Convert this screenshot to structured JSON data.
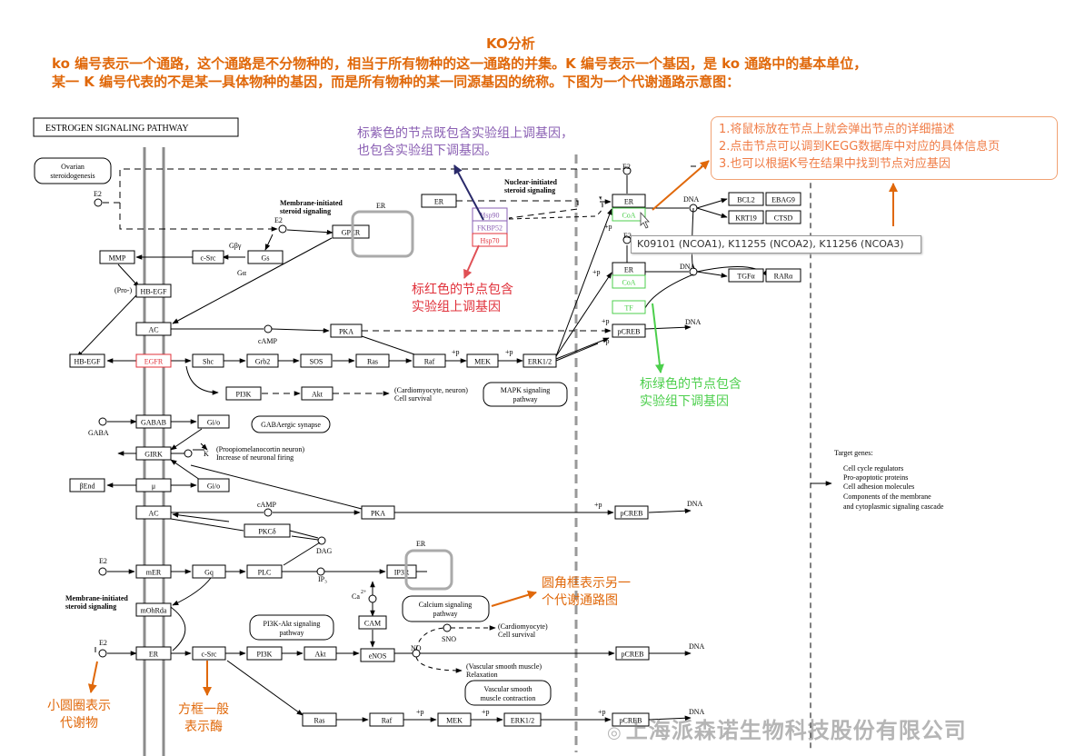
{
  "header": {
    "title": "KO分析",
    "line1": "ko 编号表示一个通路，这个通路是不分物种的，相当于所有物种的这一通路的并集。K 编号表示一个基因，是 ko 通路中的基本单位，",
    "line2": "某一 K 编号代表的不是某一具体物种的基因，而是所有物种的某一同源基因的统称。下图为一个代谢通路示意图："
  },
  "annotations": {
    "purple_1": "标紫色的节点既包含实验组上调基因，",
    "purple_2": "也包含实验组下调基因。",
    "red_1": "标红色的节点包含",
    "red_2": "实验组上调基因",
    "green_1": "标绿色的节点包含",
    "green_2": "实验组下调基因",
    "rounded_1": "圆角框表示另一",
    "rounded_2": "个代谢通路图",
    "circle_1": "小圆圈表示",
    "circle_2": "代谢物",
    "rect_1": "方框一般",
    "rect_2": "表示酶",
    "tip_1": "1.将鼠标放在节点上就会弹出节点的详细描述",
    "tip_2": "2.点击节点可以调到KEGG数据库中对应的具体信息页",
    "tip_3": "3.也可以根据K号在结果中找到节点对应基因"
  },
  "tooltip": "K09101 (NCOA1), K11255 (NCOA2), K11256 (NCOA3)",
  "watermark": "上海派森诺生物科技股份有限公司",
  "pathway": {
    "title": "ESTROGEN SIGNALING PATHWAY",
    "labels": {
      "ovarian1": "Ovarian",
      "ovarian2": "steroidogenesis",
      "mem_init1": "Membrane-initiated",
      "mem_init2": "steroid signaling",
      "nuc_init1": "Nuclear-initiated",
      "nuc_init2": "steroid signaling",
      "er": "ER",
      "e2": "E2",
      "gbg": "Gβγ",
      "ga": "Gα",
      "pro": "(Pro-)",
      "camp": "cAMP",
      "dna": "DNA",
      "plus_p": "+p",
      "cardio1": "(Cardiomyocyte, neuron)",
      "cardio2": "Cell survival",
      "mapk1": "MAPK signaling",
      "mapk2": "pathway",
      "gaba": "GABA",
      "gabaergic": "GABAergic synapse",
      "k": "K",
      "propio1": "(Proopiomelanocortin neuron)",
      "propio2": "Increase of neuronal  firing",
      "dag": "DAG",
      "ip3": "IP₃",
      "ca": "Ca",
      "ca_sup": "2+",
      "calcium1": "Calcium signaling",
      "calcium2": "pathway",
      "pi3kakt1": "PI3K-Akt signaling",
      "pi3kakt2": "pathway",
      "no": "NO",
      "sno": "SNO",
      "cardiomyo1": "(Cardiomyocyte)",
      "cardiomyo2": "Cell survival",
      "vsm1": "(Vascular smooth muscle)",
      "vsm2": "Relaxation",
      "vsmc1": "Vascular smooth",
      "vsmc2": "muscle contraction",
      "target_title": "Target genes:",
      "t1": "Cell cycle regulators",
      "t2": "Pro-apoptotic proteins",
      "t3": "Cell adhesion molecules",
      "t4": "Components of the membrane",
      "t5": "and cytoplasmic signaling cascade"
    },
    "nodes": {
      "gper": "GPER",
      "er": "ER",
      "coa": "CoA",
      "tf": "TF",
      "hsp90": "Hsp90",
      "fkbp52": "FKBP52",
      "hsp70": "Hsp70",
      "bcl2": "BCL2",
      "ebag9": "EBAG9",
      "krt19": "KRT19",
      "ctsd": "CTSD",
      "tgfa": "TGFα",
      "rara": "RARα",
      "mmp": "MMP",
      "csrc": "c-Src",
      "gs": "Gs",
      "hbegf": "HB-EGF",
      "ac": "AC",
      "pka": "PKA",
      "pcreb": "pCREB",
      "egfr": "EGFR",
      "shc": "Shc",
      "grb2": "Grb2",
      "sos": "SOS",
      "ras": "Ras",
      "raf": "Raf",
      "mek": "MEK",
      "erk": "ERK1/2",
      "pi3k": "PI3K",
      "akt": "Akt",
      "gabab": "GABAB",
      "gio": "Gi/o",
      "girk": "GIRK",
      "bend": "βEnd",
      "mu": "μ",
      "pkcd": "PKCδ",
      "mer": "mER",
      "gq": "Gq",
      "plc": "PLC",
      "ip3r": "IP3R",
      "cam": "CAM",
      "mohrda": "mOhRda",
      "enos": "eNOS"
    }
  },
  "colors": {
    "orange": "#e0680a",
    "purple": "#8a5fb3",
    "red": "#e0303a",
    "green": "#4ccf4c",
    "tip": "#f07c46"
  }
}
